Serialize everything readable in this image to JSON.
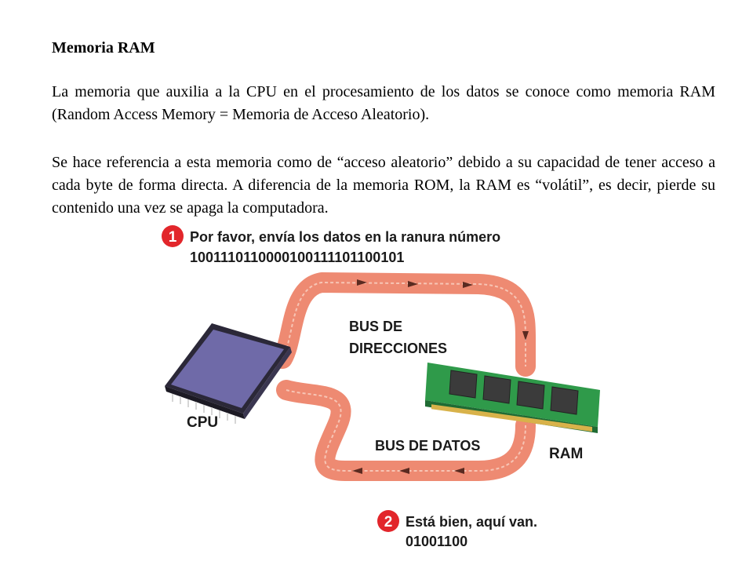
{
  "document": {
    "title": "Memoria RAM",
    "paragraphs": [
      "La memoria que auxilia a la CPU en el procesamiento de los datos se conoce como memoria RAM (Random Access Memory = Memoria de Acceso Aleatorio).",
      "Se hace referencia a esta memoria como de “acceso aleatorio” debido a su capacidad de tener acceso a cada byte de forma directa. A diferencia de la memoria ROM, la RAM es “volátil”, es decir, pierde su contenido una vez se apaga la computadora."
    ]
  },
  "figure": {
    "step1": {
      "number": "1",
      "line1": "Por favor, envía los datos en la ranura número",
      "line2": "1001110110000100111101100101"
    },
    "bus_direcciones": [
      "BUS DE",
      "DIRECCIONES"
    ],
    "bus_datos": "BUS DE DATOS",
    "cpu_label": "CPU",
    "ram_label": "RAM",
    "step2": {
      "number": "2",
      "line1": "Está bien, aquí van.",
      "line2": "01001100"
    },
    "colors": {
      "badge": "#e2262b",
      "bus": "#ee8a72",
      "cpu_top": "#6f6aa8",
      "ram_board": "#2f9a4a",
      "chip": "#3b3b3b"
    }
  }
}
